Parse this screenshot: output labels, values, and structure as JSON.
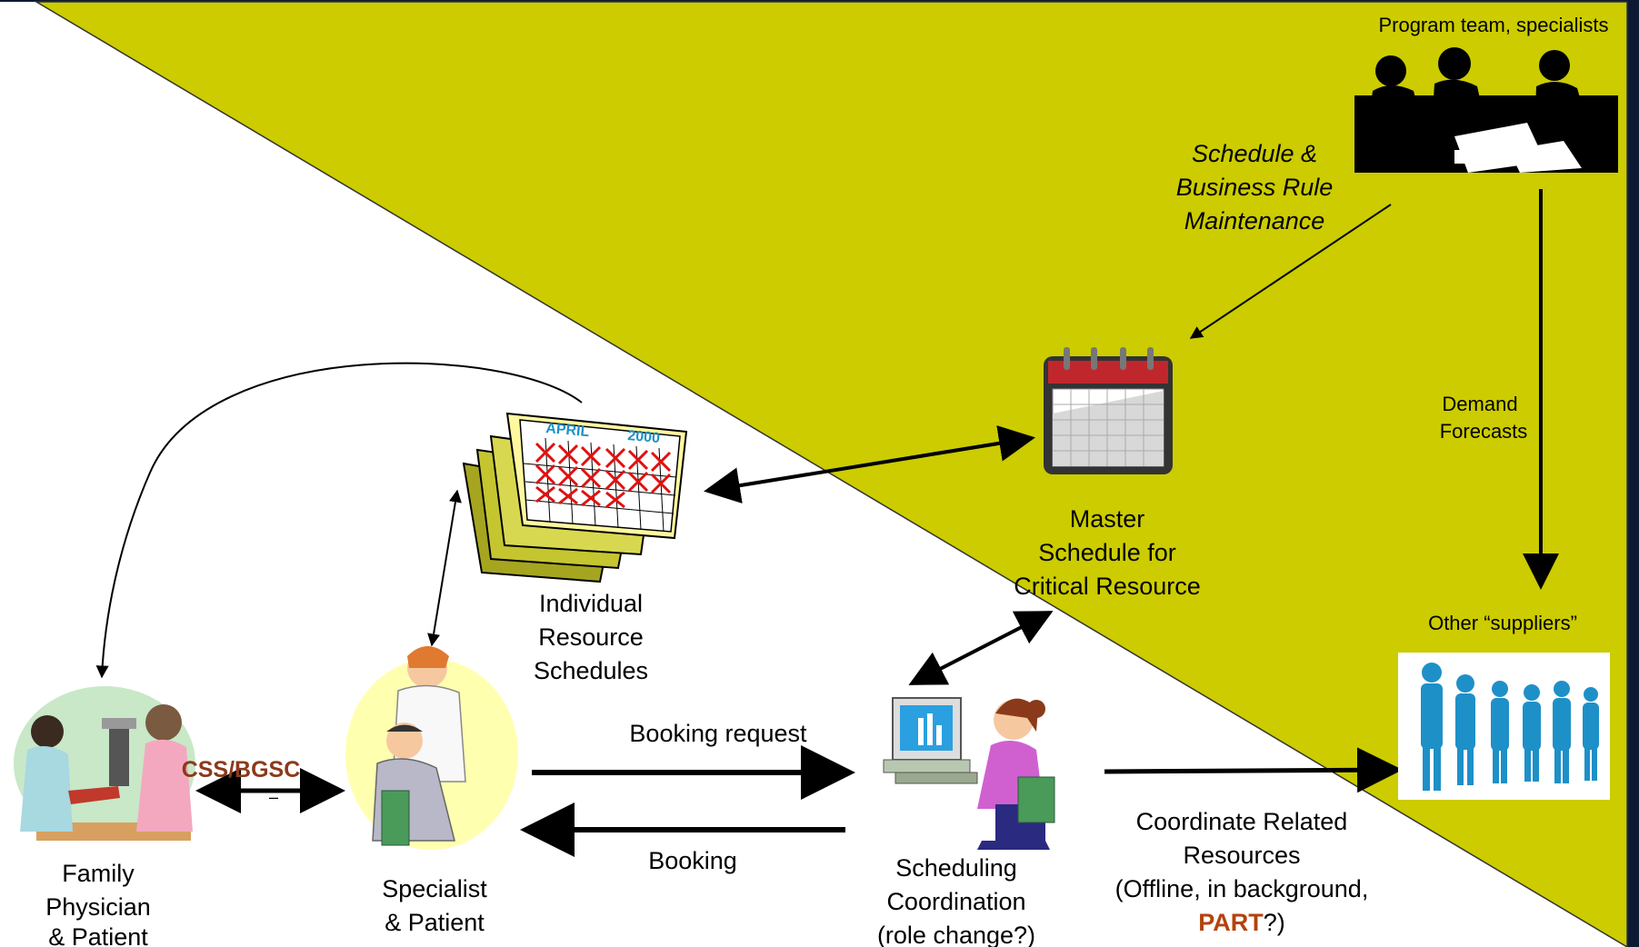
{
  "top_label": "Program team, specialists",
  "maintenance_label": [
    "Schedule &",
    "Business Rule",
    "Maintenance"
  ],
  "demand_label": [
    "Demand",
    "Forecasts"
  ],
  "master_label": [
    "Master",
    "Schedule for",
    "Critical Resource"
  ],
  "individual_label": [
    "Individual",
    "Resource",
    "Schedules"
  ],
  "calendar": {
    "month": "APRIL",
    "year": "2000"
  },
  "other_suppliers_label": "Other “suppliers”",
  "css_label": "CSS/BGSC",
  "css_dash": "–",
  "booking_request_label": "Booking request",
  "booking_label": "Booking",
  "family_label": [
    "Family",
    "Physician",
    "& Patient"
  ],
  "specialist_label": [
    "Specialist",
    "& Patient"
  ],
  "scheduling_label": [
    "Scheduling",
    "Coordination",
    "(role change?)"
  ],
  "coordinate_label": [
    "Coordinate Related",
    "Resources",
    "(Offline, in background,"
  ],
  "coordinate_last": {
    "part": "PART",
    "rest": "?)"
  },
  "colors": {
    "frame": "#0d1a33",
    "region": "#cccc00",
    "part": "#b5420c",
    "css": "#8b3a1a",
    "people": "#1e90c8"
  }
}
